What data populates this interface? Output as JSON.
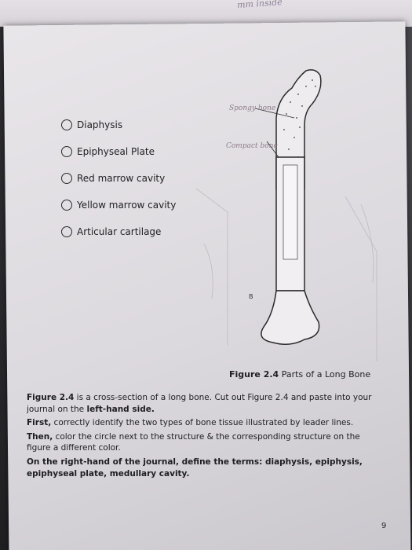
{
  "image": {
    "description_colors": {
      "paper": "#e2dfe4",
      "ink": "#1f1f22",
      "pencil_annotation": "#8d7c88"
    }
  },
  "top_scribble": "mm inside",
  "options": [
    {
      "label": "Diaphysis"
    },
    {
      "label": "Epiphyseal Plate"
    },
    {
      "label": "Red marrow cavity"
    },
    {
      "label": "Yellow marrow cavity"
    },
    {
      "label": "Articular cartilage"
    }
  ],
  "figure": {
    "annotation_spongy": "Spongy bone",
    "annotation_compact": "Compact bone",
    "marker_b": "B",
    "caption_bold": "Figure 2.4",
    "caption_rest": " Parts of a Long Bone"
  },
  "body": {
    "p1_bold1": "Figure 2.4",
    "p1_text1": " is a cross-section of a long bone. Cut out Figure 2.4 and paste into your journal on the ",
    "p1_bold2": "left-hand side.",
    "p2_bold": "First,",
    "p2_text": " correctly identify the two types of bone tissue illustrated by leader lines.",
    "p3_bold": "Then,",
    "p3_text": " color the circle next to the structure & the corresponding structure on the figure a different color.",
    "p4_bold1": "On the right-hand of the journal, define the terms: diaphysis, epiphysis,",
    "p4_bold2": "epiphyseal plate, medullary cavity."
  },
  "page_number": "9"
}
